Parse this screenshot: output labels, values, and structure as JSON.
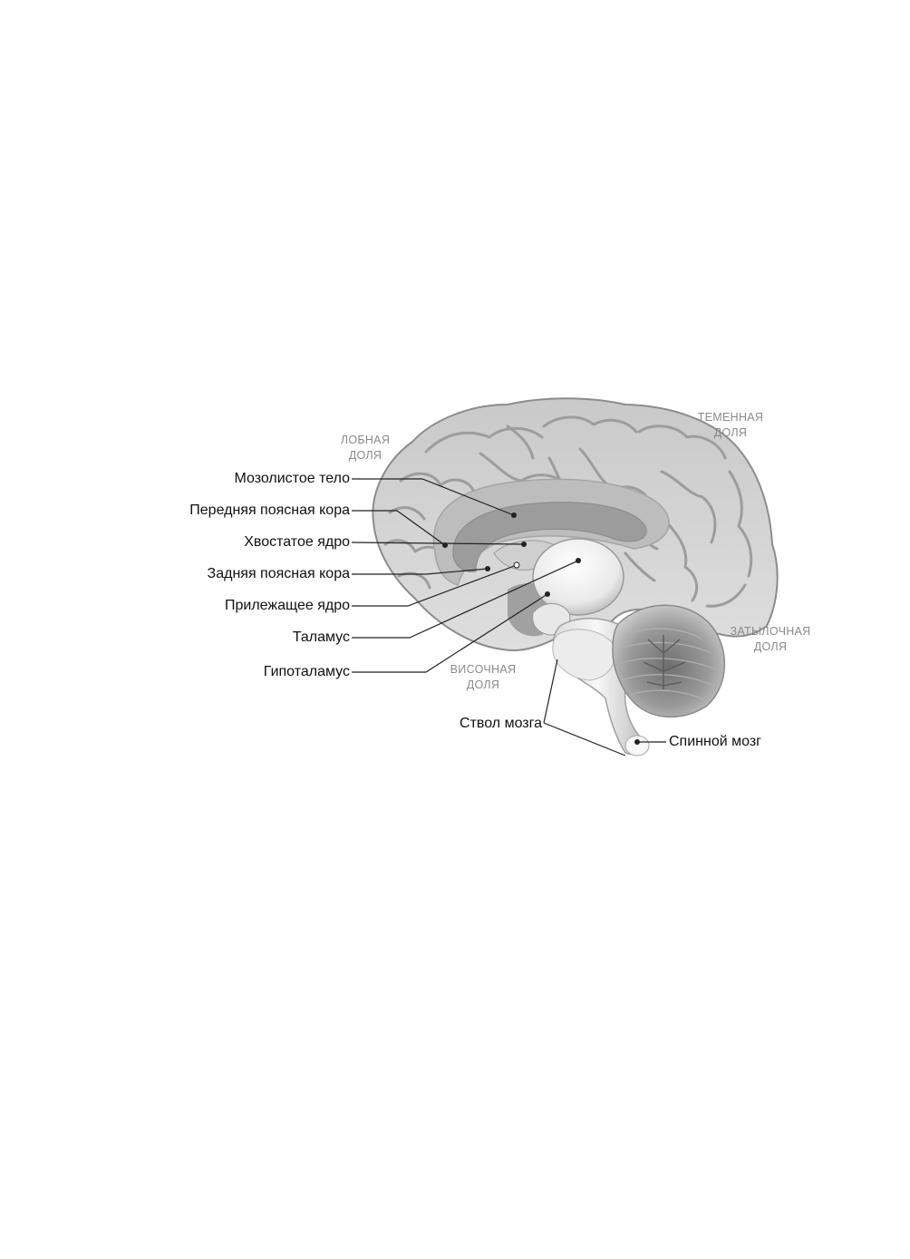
{
  "lobes": {
    "frontal": {
      "line1": "ЛОБНАЯ",
      "line2": "ДОЛЯ"
    },
    "parietal": {
      "line1": "ТЕМЕННАЯ",
      "line2": "ДОЛЯ"
    },
    "occipital": {
      "line1": "ЗАТЫЛОЧНАЯ",
      "line2": "ДОЛЯ"
    },
    "temporal": {
      "line1": "ВИСОЧНАЯ",
      "line2": "ДОЛЯ"
    }
  },
  "labels": {
    "corpus_callosum": "Мозолистое тело",
    "anterior_cingulate": "Передняя поясная кора",
    "caudate": "Хвостатое ядро",
    "posterior_cingulate": "Задняя поясная кора",
    "accumbens": "Прилежащее ядро",
    "thalamus": "Таламус",
    "hypothalamus": "Гипоталамус",
    "brainstem": "Ствол мозга",
    "spinal_cord": "Спинной мозг"
  }
}
